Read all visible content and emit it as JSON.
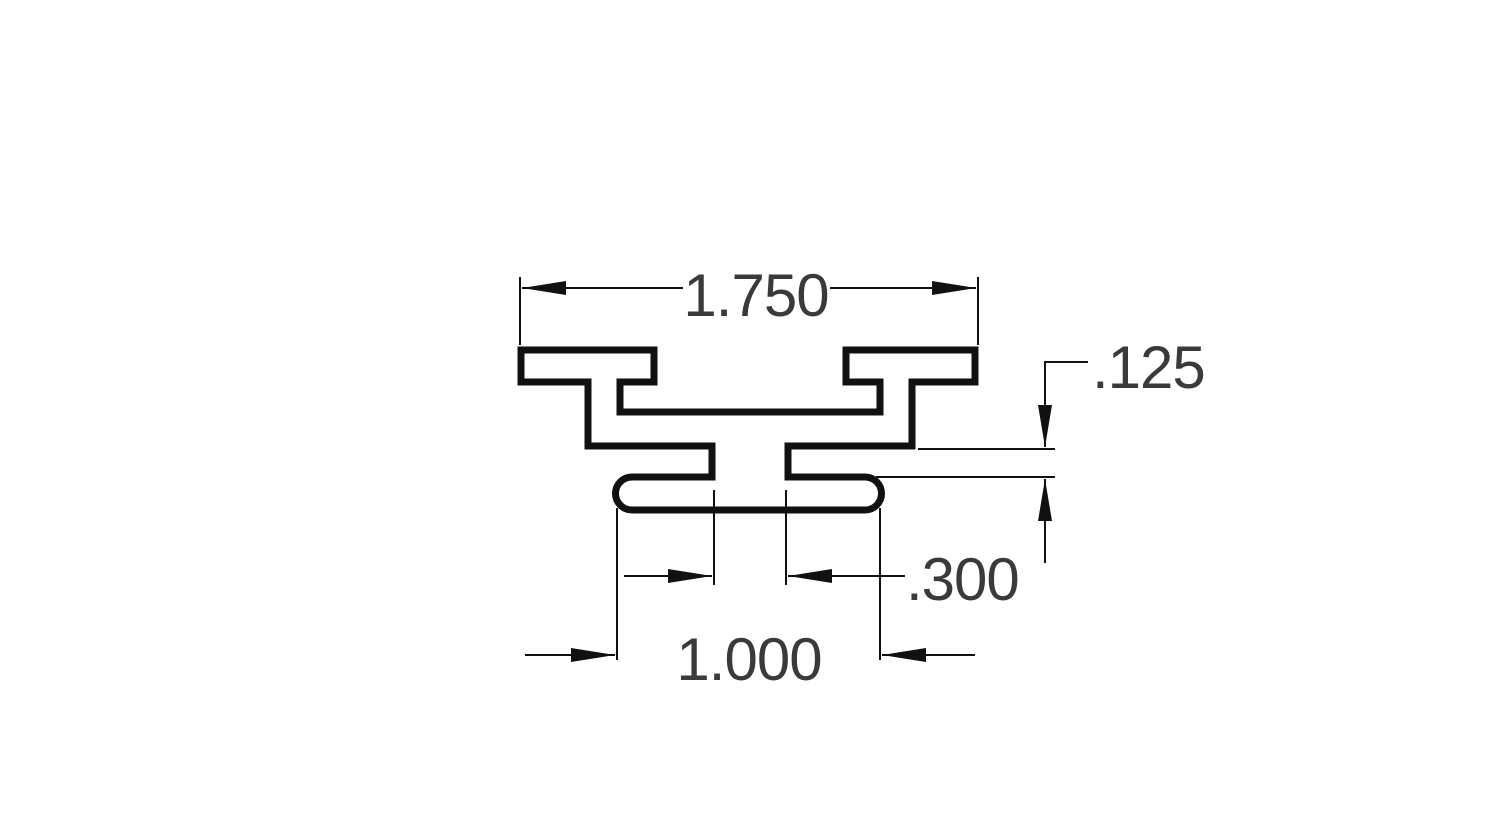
{
  "drawing": {
    "colors": {
      "line": "#111111",
      "text": "#3a3a3a",
      "background": "#ffffff"
    },
    "dimensions": {
      "overall_width": "1.750",
      "flange_thickness": ".125",
      "slot_opening": ".300",
      "bottom_width": "1.000"
    }
  }
}
